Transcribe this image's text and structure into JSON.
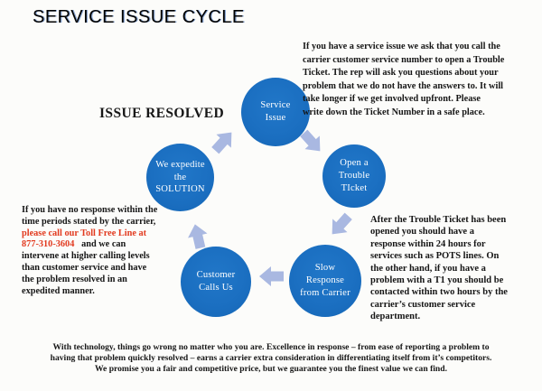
{
  "colors": {
    "circle_blue": "#1b6fc1",
    "arrow_blue": "#a9b8e1",
    "alert_red": "#e23a1f",
    "text_black": "#161616"
  },
  "title": "SERVICE ISSUE CYCLE",
  "issue_resolved_label": "ISSUE RESOLVED",
  "cycle": {
    "nodes": [
      {
        "id": "service-issue",
        "label": "Service\nIssue"
      },
      {
        "id": "open-trouble-ticket",
        "label": "Open a\nTrouble\nTIcket"
      },
      {
        "id": "slow-response-from-carrier",
        "label": "Slow\nResponse\nfrom Carrier"
      },
      {
        "id": "customer-calls-us",
        "label": "Customer\nCalls Us"
      },
      {
        "id": "we-expedite-solution",
        "label": "We expedite\nthe\nSOLUTION"
      }
    ]
  },
  "paragraphs": {
    "top_right": "If you have a service issue we ask that you call the\ncarrier customer service number to open a Trouble\nTicket.  The rep will ask you questions about your\nproblem that we do not have the answers to.  It will\ntake longer if we get involved  upfront.  Please\nwrite down the Ticket Number in a safe place.",
    "left_black_1": "If you have no response within the\ntime periods stated by the carrier,\n",
    "left_red": "please call our Toll Free Line at\n877-310-3604",
    "left_black_2": "   and we can\nintervene at higher calling levels\nthan customer service and have\nthe problem resolved in an\nexpedited  manner.",
    "right": "After the Trouble Ticket has been\nopened you should have a\nresponse within 24 hours for\nservices such as POTS lines.  On\nthe other hand, if you have a\nproblem with a T1 you should be\ncontacted within  two hours by the\ncarrier’s customer service\ndepartment.",
    "footer": "With technology,  things go wrong  no matter who you are.  Excellence  in response  – from ease of reporting  a problem  to\nhaving that problem  quickly  resolved  – earns a carrier  extra consideration  in differentiating  itself from it’s competitors.\nWe promise you a fair and competitive  price,  but we guarantee you the finest  value we can find."
  }
}
